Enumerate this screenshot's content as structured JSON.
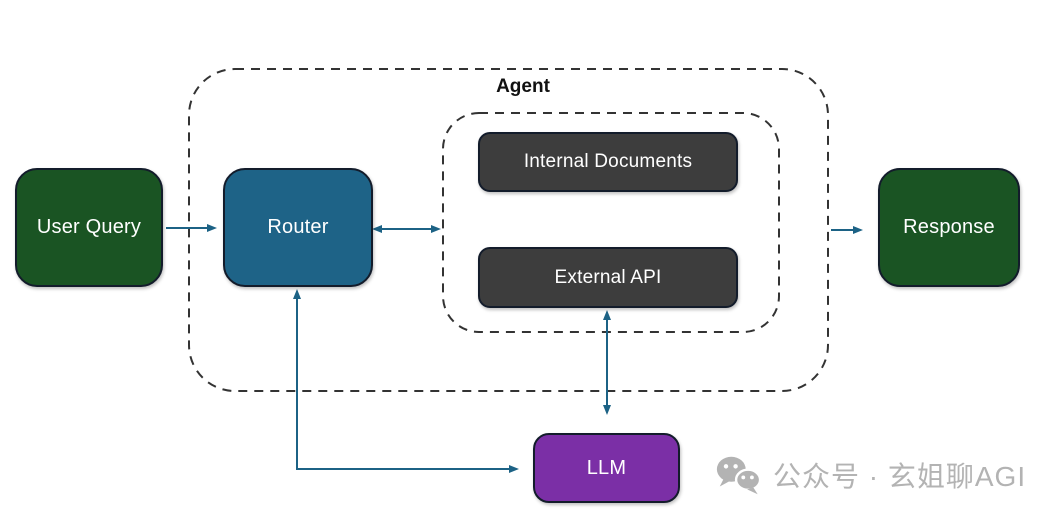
{
  "diagram": {
    "title": "Agent",
    "nodes": {
      "user_query": {
        "label": "User Query",
        "fill": "#1a5423"
      },
      "router": {
        "label": "Router",
        "fill": "#1e6387"
      },
      "internal_documents": {
        "label": "Internal Documents",
        "fill": "#3d3d3d"
      },
      "external_api": {
        "label": "External API",
        "fill": "#3d3d3d"
      },
      "llm": {
        "label": "LLM",
        "fill": "#7b2fa6"
      },
      "response": {
        "label": "Response",
        "fill": "#1a5423"
      }
    },
    "colors": {
      "arrow": "#1c6285",
      "dashed_border": "#333333",
      "node_text": "#ffffff",
      "group_title": "#111111",
      "background": "#ffffff"
    }
  },
  "watermark": {
    "icon": "wechat-icon",
    "text": "公众号 · 玄姐聊AGI",
    "color": "#b3b3b3"
  }
}
